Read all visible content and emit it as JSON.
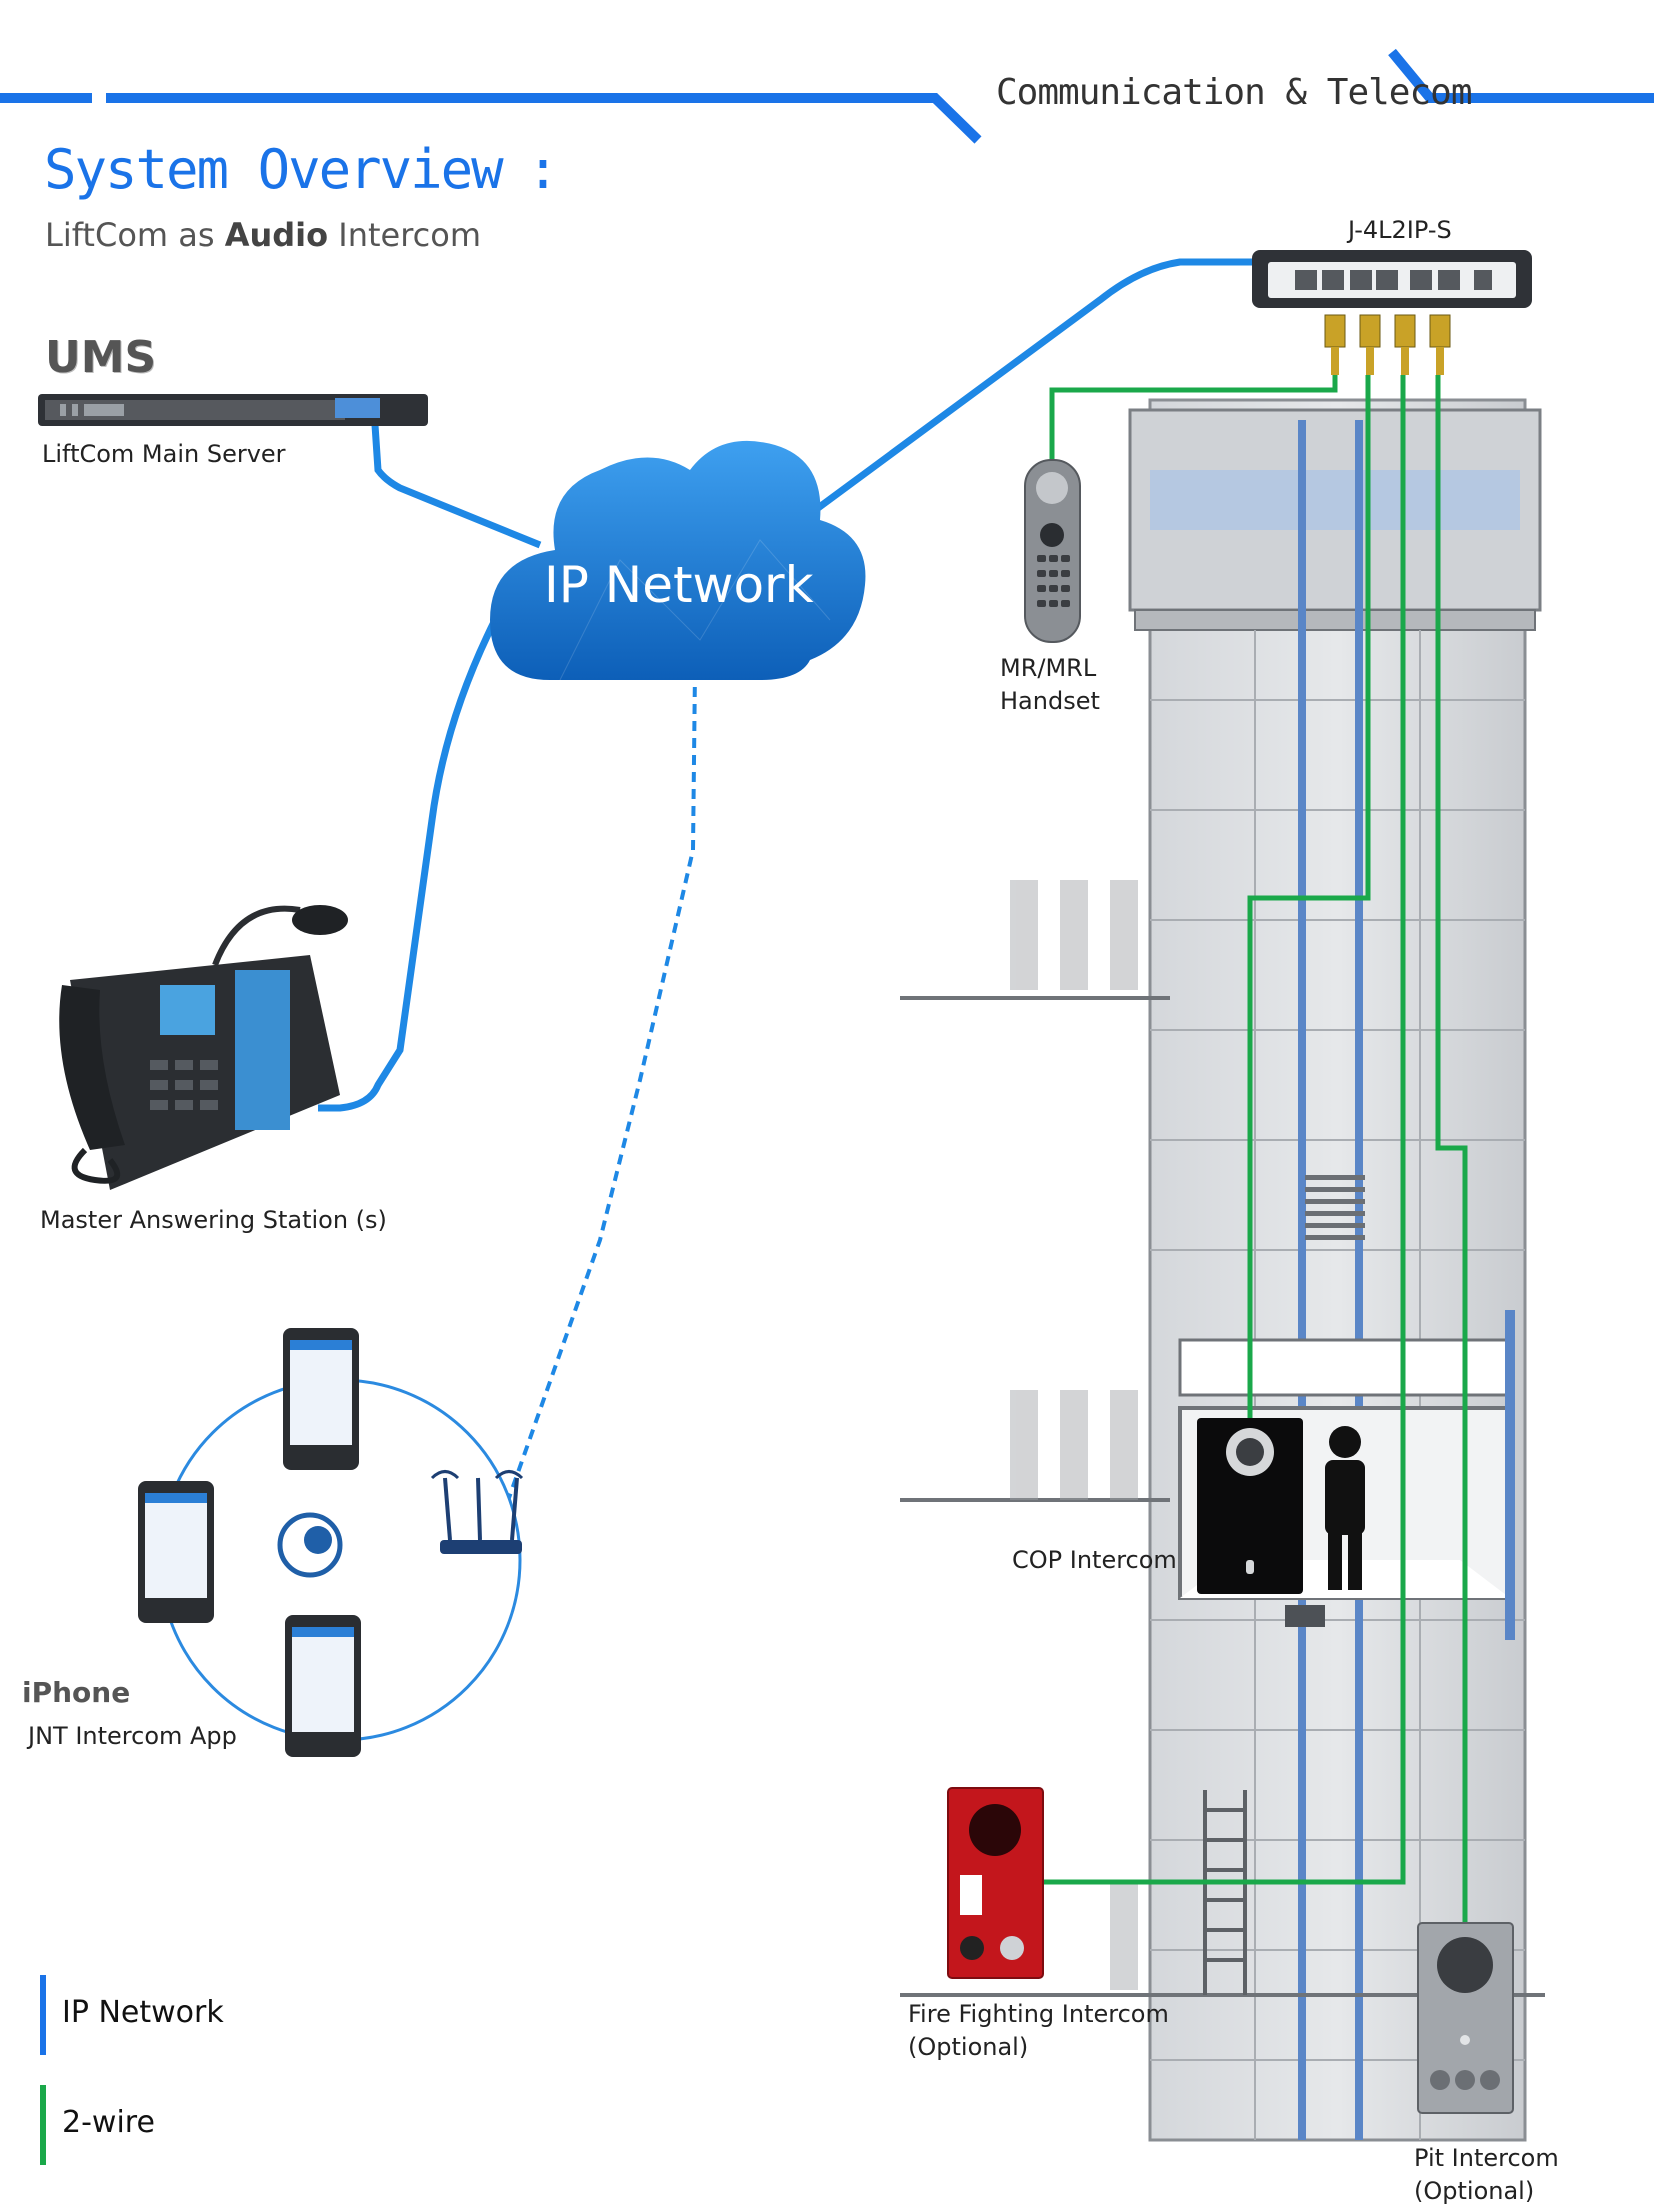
{
  "header": {
    "title": "Communication & Telecom"
  },
  "overview": {
    "title": "System Overview",
    "title_colon": ":",
    "subtitle_pre": "LiftCom as",
    "subtitle_bold": "Audio",
    "subtitle_post": "Intercom"
  },
  "nodes": {
    "ums_logo": "UMS",
    "main_server": "LiftCom Main Server",
    "cloud": "IP Network",
    "switch": "J-4L2IP-S",
    "handset_line1": "MR/MRL",
    "handset_line2": "Handset",
    "master_station": "Master Answering Station (s)",
    "iphone_logo": "iPhone",
    "app": "JNT Intercom App",
    "cop": "COP Intercom",
    "fire_line1": "Fire Fighting Intercom",
    "fire_line2": "(Optional)",
    "pit_line1": "Pit Intercom",
    "pit_line2": "(Optional)"
  },
  "legend": {
    "items": [
      {
        "label": "IP Network",
        "color": "#1a73e8"
      },
      {
        "label": "2-wire",
        "color": "#1aa84a"
      }
    ]
  },
  "colors": {
    "ip": "#1e88e5",
    "wire": "#1aa84a",
    "accent": "#1a73e8"
  }
}
